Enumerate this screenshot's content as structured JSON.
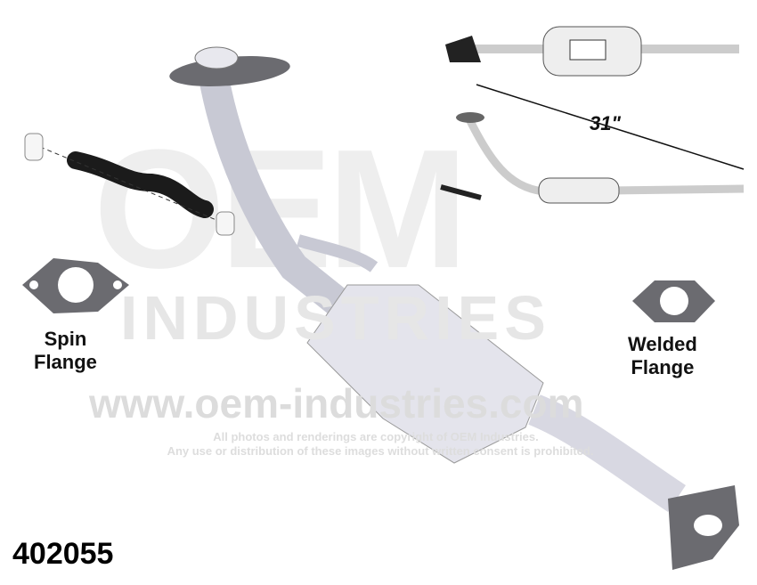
{
  "watermark": {
    "logo": "OEM",
    "company": "INDUSTRIES",
    "url": "www.oem-industries.com",
    "copyright_line1": "All photos and renderings are copyright of OEM Industries.",
    "copyright_line2": "Any use or distribution of these images without written consent is prohibited."
  },
  "labels": {
    "spin_flange": "Spin\nFlange",
    "welded_flange": "Welded\nFlange",
    "dimension": "31\"",
    "part_number": "402055"
  }
}
